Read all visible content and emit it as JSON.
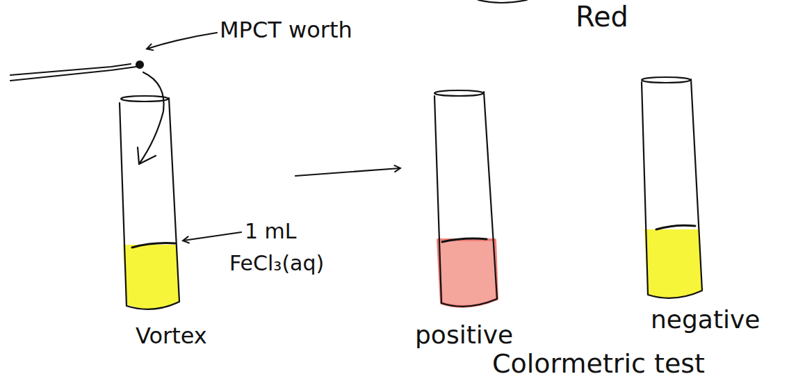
{
  "diagram": {
    "labels": [
      "Red",
      "MPCT worth",
      "1 mL",
      "FeCl₃(aq)",
      "Vortex",
      "positive",
      "negative",
      "Colormetric test"
    ]
  }
}
